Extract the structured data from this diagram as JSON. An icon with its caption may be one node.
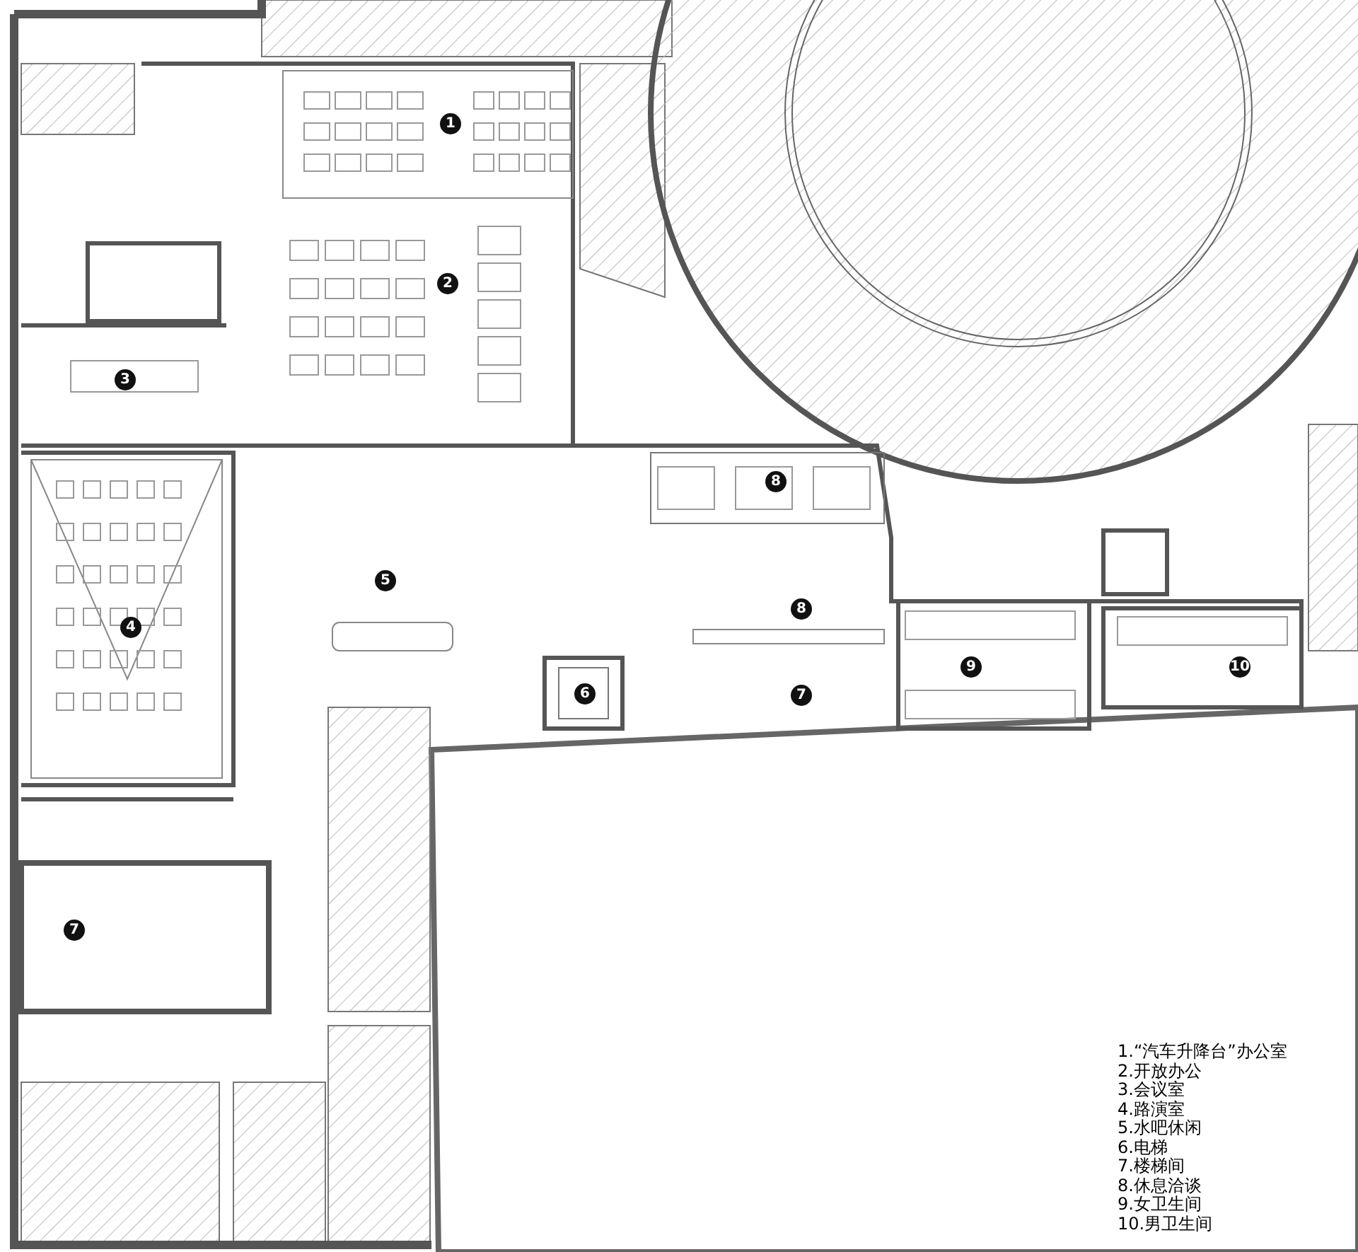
{
  "diagram": {
    "labels": [
      "1",
      "2",
      "3",
      "8",
      "5",
      "8",
      "4",
      "9",
      "10",
      "6",
      "7",
      "7",
      "1.“汽车升降台”办公室",
      "2.开放办公",
      "3.会议室",
      "4.路演室",
      "5.水吧休闲",
      "6.电梯",
      "7.楼梯间",
      "8.休息洽谈",
      "9.女卫生间",
      "10.男卫生间"
    ]
  }
}
